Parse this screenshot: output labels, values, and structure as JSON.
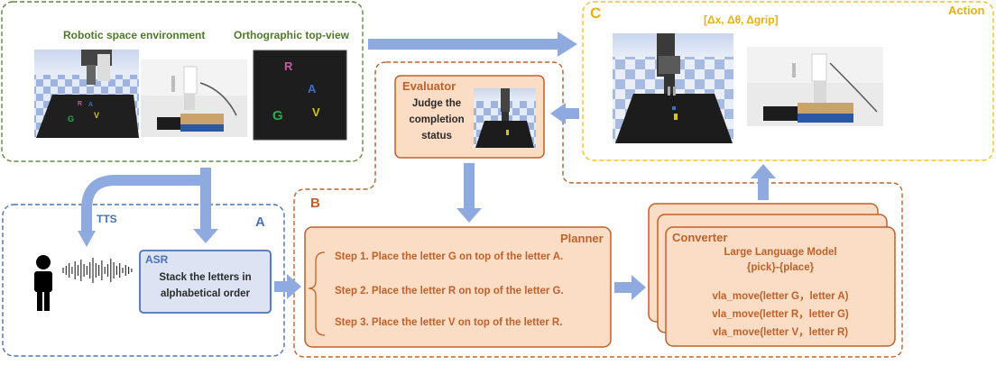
{
  "panel_env": {
    "env_label": "Robotic space environment",
    "top_label": "Orthographic top-view",
    "letters": [
      "R",
      "A",
      "G",
      "V"
    ]
  },
  "panel_action": {
    "tag": "C",
    "title": "Action",
    "formula": "[Δx, Δθ, Δgrip]"
  },
  "evaluator": {
    "title": "Evaluator",
    "line1": "Judge the",
    "line2": "completion",
    "line3": "status"
  },
  "panel_b": {
    "tag": "B",
    "planner": {
      "title": "Planner",
      "steps": [
        "Step 1. Place the letter G on top of the letter A.",
        "Step 2. Place the letter R on top of the letter G.",
        "Step 3. Place the letter V on top of the letter R."
      ]
    },
    "converter": {
      "title": "Converter",
      "model": "Large Language Model",
      "template": "{pick}-{place}",
      "calls": [
        "vla_move(letter G，letter A)",
        "vla_move(letter R，letter G)",
        "vla_move(letter V，letter R)"
      ]
    }
  },
  "panel_a": {
    "tag": "A",
    "tts": "TTS",
    "asr_title": "ASR",
    "asr_line1": "Stack the letters in",
    "asr_line2": "alphabetical order"
  },
  "colors": {
    "green": "#5d8a3a",
    "orange": "#c0612a",
    "orange_fill": "#fbdcc4",
    "gold": "#f0c030",
    "blue": "#4a72b8",
    "arrow": "#8eaadf",
    "asr_fill": "#dce4f4"
  }
}
